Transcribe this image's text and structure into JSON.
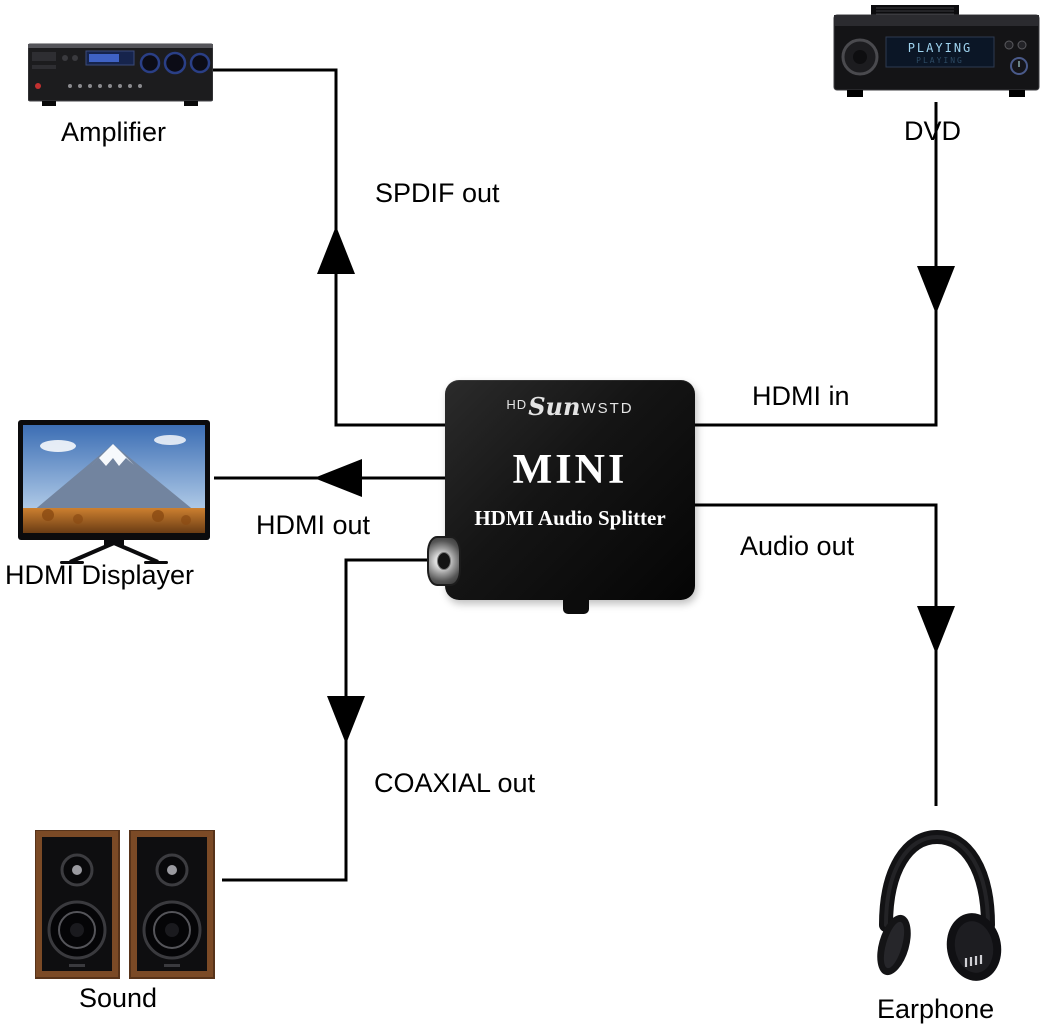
{
  "diagram": {
    "labels": {
      "amplifier": "Amplifier",
      "dvd": "DVD",
      "displayer": "HDMI Displayer",
      "sound": "Sound",
      "earphone": "Earphone"
    },
    "connections": {
      "spdif_out": "SPDIF out",
      "hdmi_in": "HDMI in",
      "hdmi_out": "HDMI out",
      "audio_out": "Audio out",
      "coaxial_out": "COAXIAL out"
    },
    "splitter": {
      "brand_prefix": "HD",
      "brand_script": "Sun",
      "brand_suffix": "WSTD",
      "title": "MINI",
      "subtitle": "HDMI Audio Splitter"
    },
    "dvd_display": "PLAYING",
    "colors": {
      "wire": "#000000",
      "background": "#ffffff",
      "splitter_body": "#101010",
      "splitter_text": "#ffffff"
    }
  }
}
